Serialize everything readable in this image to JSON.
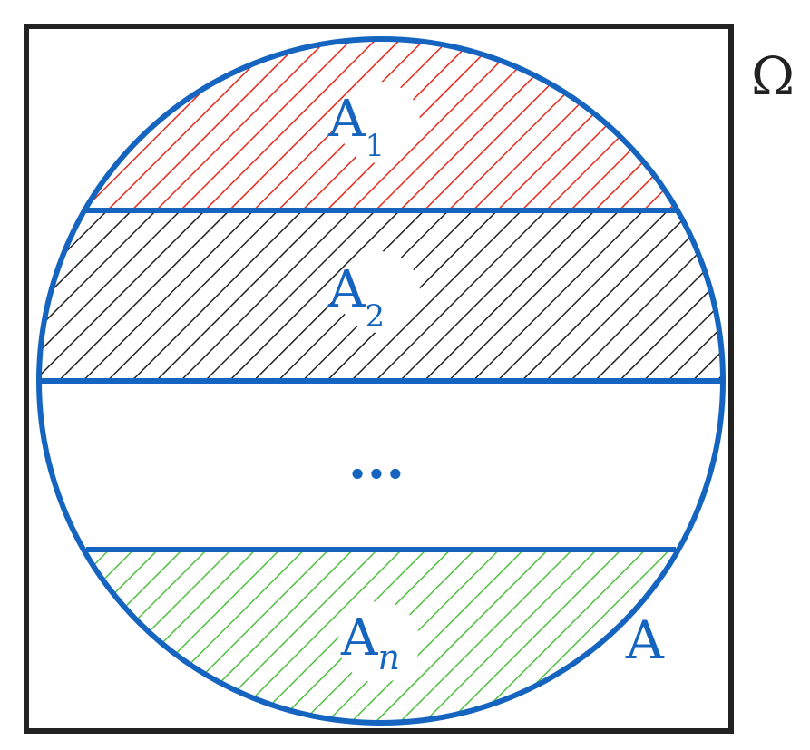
{
  "sample_space": {
    "label": "Ω",
    "border_color": "#222222"
  },
  "set": {
    "label": "A",
    "outline_color": "#1565c0"
  },
  "partitions": [
    {
      "base": "A",
      "sub": "1",
      "sub_italic": false,
      "hatch_color": "#e8281b"
    },
    {
      "base": "A",
      "sub": "2",
      "sub_italic": false,
      "hatch_color": "#222222"
    },
    {
      "base": "A",
      "sub": "n",
      "sub_italic": true,
      "hatch_color": "#4fbf40"
    }
  ],
  "ellipsis": "..."
}
